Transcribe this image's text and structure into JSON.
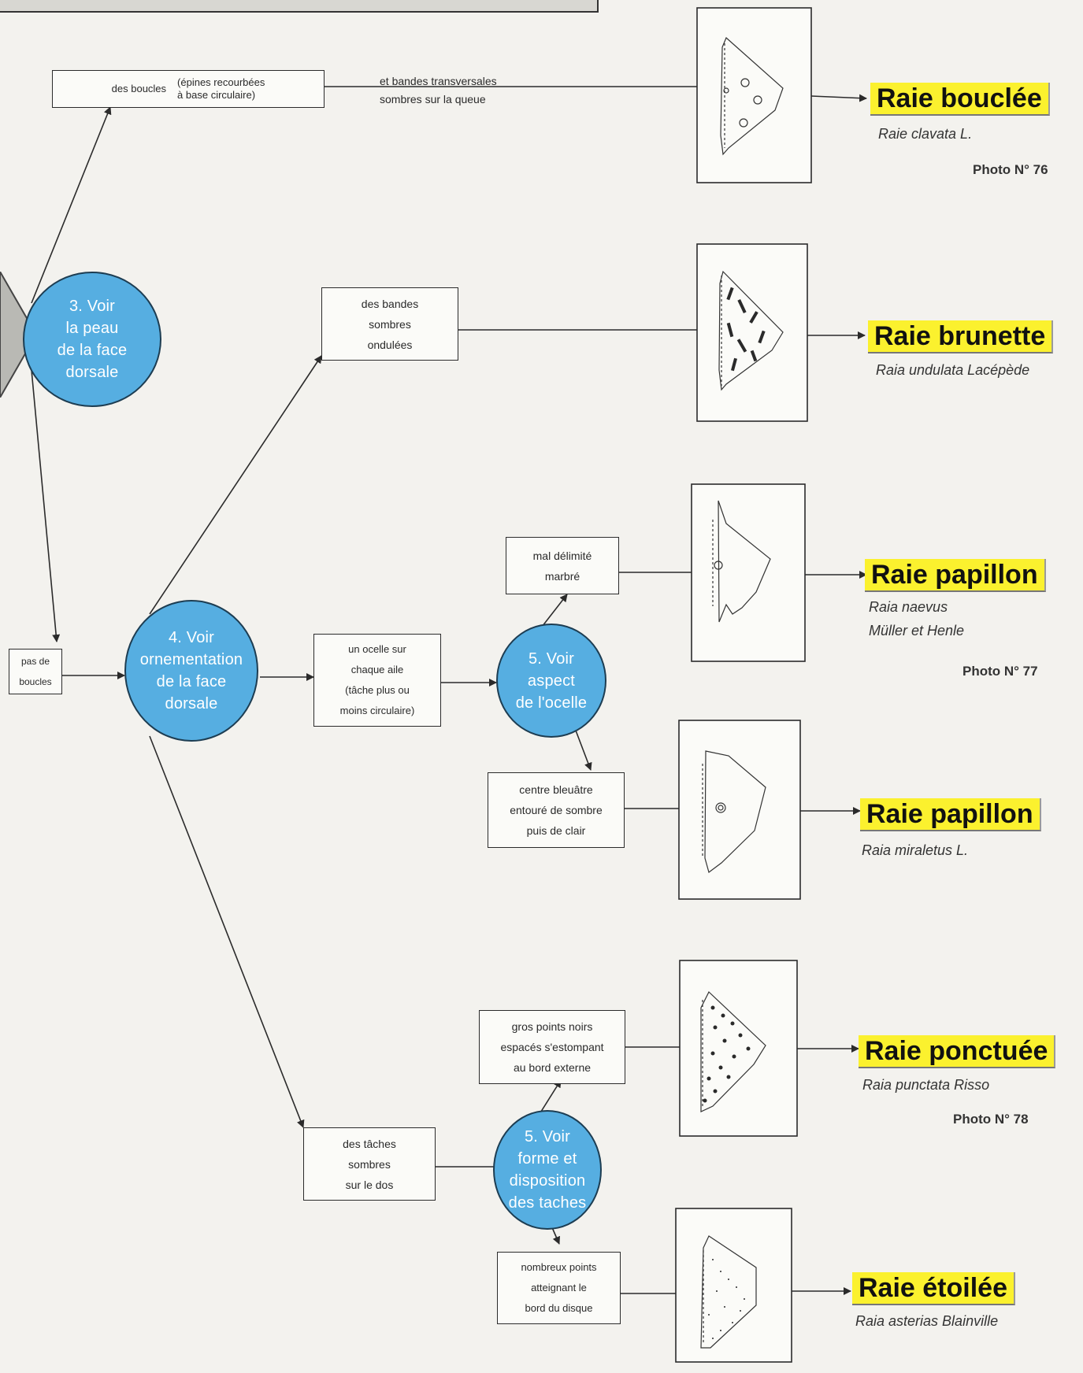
{
  "diagram": {
    "circles": {
      "c3": [
        "3. Voir",
        "la peau",
        "de la face",
        "dorsale"
      ],
      "c4": [
        "4. Voir",
        "ornementation",
        "de la face",
        "dorsale"
      ],
      "c5a": [
        "5. Voir",
        "aspect",
        "de l'ocelle"
      ],
      "c5b": [
        "5. Voir",
        "forme et",
        "disposition",
        "des taches"
      ]
    },
    "boxes": {
      "boucles_left": "des boucles",
      "boucles_right": [
        "(épines recourbées",
        "à base circulaire)"
      ],
      "pas_boucles": [
        "pas de",
        "boucles"
      ],
      "bandes": [
        "des bandes",
        "sombres",
        "ondulées"
      ],
      "ocelle": [
        "un ocelle sur",
        "chaque aile",
        "(tâche plus ou",
        "moins circulaire)"
      ],
      "mal_delimite": [
        "mal délimité",
        "marbré"
      ],
      "centre": [
        "centre bleuâtre",
        "entouré de sombre",
        "puis de clair"
      ],
      "taches": [
        "des tâches",
        "sombres",
        "sur le dos"
      ],
      "gros_points": [
        "gros points noirs",
        "espacés s'estompant",
        "au bord externe"
      ],
      "nombreux": [
        "nombreux points",
        "atteignant le",
        "bord du disque"
      ]
    },
    "transversales": [
      "et bandes transversales",
      "sombres sur la queue"
    ],
    "species": [
      {
        "name": "Raie bouclée",
        "latin": [
          "Raie clavata L."
        ],
        "photo": "Photo N° 76"
      },
      {
        "name": "Raie brunette",
        "latin": [
          "Raia undulata Lacépède"
        ],
        "photo": ""
      },
      {
        "name": "Raie papillon",
        "latin": [
          "Raia naevus",
          "Müller et Henle"
        ],
        "photo": "Photo N° 77"
      },
      {
        "name": "Raie papillon",
        "latin": [
          "Raia miraletus L."
        ],
        "photo": ""
      },
      {
        "name": "Raie ponctuée",
        "latin": [
          "Raia punctata Risso"
        ],
        "photo": "Photo N° 78"
      },
      {
        "name": "Raie étoilée",
        "latin": [
          "Raia asterias Blainville"
        ],
        "photo": ""
      }
    ]
  },
  "colors": {
    "circle_fill": "#56aee1",
    "name_highlight": "#fbf12e",
    "line": "#2b2b2b"
  }
}
